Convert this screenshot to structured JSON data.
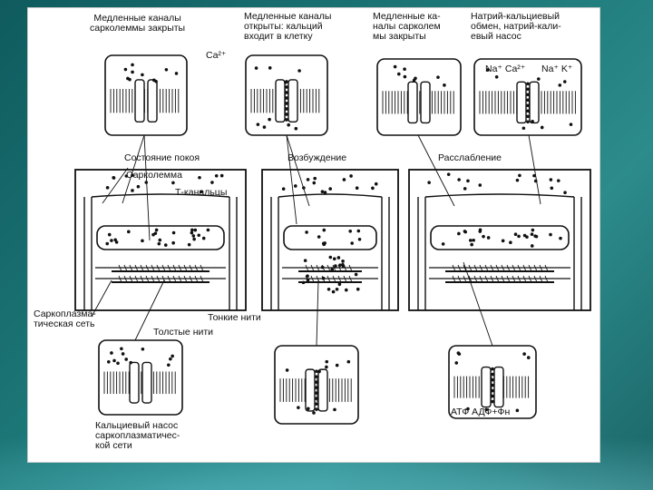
{
  "theme": {
    "background": "#1f7a7a",
    "figure_bg": "#ffffff",
    "ink": "#111111"
  },
  "labels": {
    "slow_closed": "Медленные каналы\nсарколеммы закрыты",
    "ca_ion": "Ca²⁺",
    "slow_open": "Медленные каналы\nоткрыты: кальций\nвходит в клетку",
    "slow_closed_2": "Медленные ка-\nналы сарколем\nмы закрыты",
    "na_ca_pump": "Натрий-кальциевый\nобмен, натрий-кали-\nевый насос",
    "na_ca": "Na⁺ Ca²⁺",
    "na_k": "Na⁺ K⁺",
    "state_rest": "Состояние покоя",
    "excitation": "Возбуждение",
    "relaxation": "Расслабление",
    "sarcolemma": "Сарколемма",
    "t_tubules": "Т-канальцы",
    "sarcoplasmic_net": "Саркоплазма-\nтическая сеть",
    "thin_filaments": "Тонкие нити",
    "thick_filaments": "Толстые нити",
    "ca_pump_sr": "Кальциевый насос\nсаркоплазматичес-\nкой сети",
    "atp_adp": "АТФ АДФ+Фн"
  }
}
